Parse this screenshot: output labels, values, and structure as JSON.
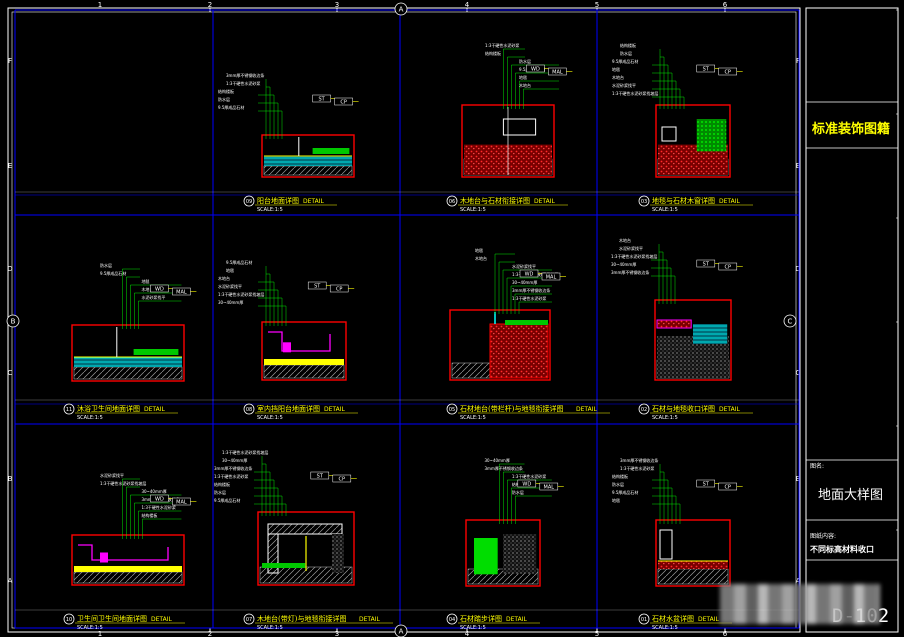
{
  "grid": {
    "columns": [
      "1",
      "2",
      "3",
      "4",
      "5",
      "6"
    ],
    "rows": [
      "F",
      "E",
      "D",
      "C",
      "B",
      "A"
    ],
    "axis_bubbles": [
      "A",
      "B",
      "C"
    ]
  },
  "title_block": {
    "standard": "标准装饰图籍",
    "drawing_name_label": "图名:",
    "drawing_name": "地面大样图",
    "content_label": "图纸内容:",
    "content": "不同标高材料收口",
    "sheet_number": "D-102"
  },
  "details": [
    {
      "num": "09",
      "title": "阳台地面详图",
      "scale": "SCALE:1:5",
      "suffix": "DETAIL"
    },
    {
      "num": "06",
      "title": "木地台与石材衔接详图",
      "scale": "SCALE:1:5",
      "suffix": "DETAIL"
    },
    {
      "num": "03",
      "title": "地毯与石材木窗详图",
      "scale": "SCALE:1:5",
      "suffix": "DETAIL"
    },
    {
      "num": "11",
      "title": "沐浴卫生间地面详图",
      "scale": "SCALE:1:5",
      "suffix": "DETAIL"
    },
    {
      "num": "08",
      "title": "室内挡阳台地面详图",
      "scale": "SCALE:1:5",
      "suffix": "DETAIL"
    },
    {
      "num": "05",
      "title": "石材地台(带栏杆)与地毯衔接详图",
      "scale": "SCALE:1:5",
      "suffix": "DETAIL"
    },
    {
      "num": "02",
      "title": "石材与地毯收口详图",
      "scale": "SCALE:1:5",
      "suffix": "DETAIL"
    },
    {
      "num": "10",
      "title": "卫生间卫生间地面详图",
      "scale": "SCALE:1:5",
      "suffix": "DETAIL"
    },
    {
      "num": "07",
      "title": "木地台(带灯)与地毯衔接详图",
      "scale": "SCALE:1:5",
      "suffix": "DETAIL"
    },
    {
      "num": "04",
      "title": "石材踏步详图",
      "scale": "SCALE:1:5",
      "suffix": "DETAIL"
    },
    {
      "num": "01",
      "title": "石材水盆详图",
      "scale": "SCALE:1:5",
      "suffix": "DETAIL"
    }
  ],
  "tags": [
    "ST",
    "WD",
    "CP",
    "MAL"
  ],
  "callout_texts": [
    "3mm厚不锈钢收边条",
    "1:3干硬性水泥砂浆",
    "结构楼板",
    "防水层",
    "9.5厚成品石材",
    "地毯",
    "木地台",
    "水泥砂浆找平",
    "1:3干硬性水泥砂浆找坡层",
    "30~40mm厚"
  ],
  "colors": {
    "grid": "#0000ff",
    "frame": "#ffffff",
    "leader": "#00ff00",
    "wall": "#ff0000",
    "hatch_red": "#cc0000",
    "cyan": "#00ffff",
    "yellow": "#ffff00",
    "magenta": "#ff00ff"
  }
}
